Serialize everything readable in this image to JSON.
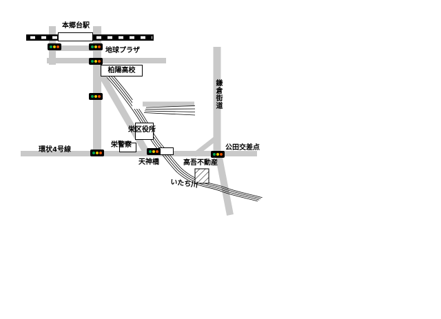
{
  "map": {
    "labels": {
      "station": "本郷台駅",
      "plaza": "地球プラザ",
      "high_school": "柏陽高校",
      "ward_office": "栄区役所",
      "police": "栄警察",
      "ring_road_4": "環状4号線",
      "tenjin_bridge": "天神橋",
      "koda_intersection": "公田交差点",
      "kamakura_highway": "鎌倉街道",
      "real_estate": "高吾不動産",
      "itachi_river": "いたち川"
    },
    "colors": {
      "background": "#ffffff",
      "road": "#c9c9c9",
      "rail": "#000000",
      "river": "#000000",
      "signal_green": "#00a550",
      "signal_yellow": "#e8cc00",
      "signal_red": "#e55000"
    },
    "icons": {
      "traffic_light": "traffic-light-icon",
      "railway": "railway-line-icon",
      "station_marker": "station-box-icon",
      "building": "hatched-building-icon",
      "river": "river-lines-icon"
    },
    "traffic_light_count": 7
  }
}
